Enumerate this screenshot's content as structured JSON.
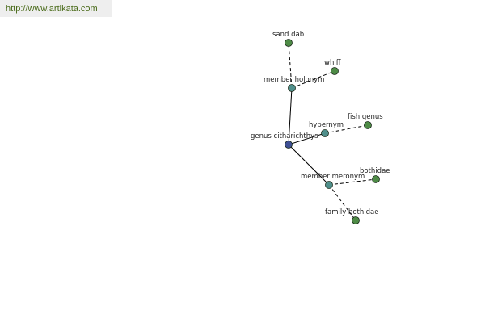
{
  "url_bar": {
    "text": "http://www.artikata.com"
  },
  "colors": {
    "root_node": "#3e4f94",
    "relation_node": "#4f8f8b",
    "leaf_node": "#4e8b46",
    "edge": "#000000"
  },
  "nodes": [
    {
      "id": "root",
      "label": "genus citharichthys",
      "kind": "root"
    },
    {
      "id": "holonym",
      "label": "member holonym",
      "kind": "relation"
    },
    {
      "id": "hypernym",
      "label": "hypernym",
      "kind": "relation"
    },
    {
      "id": "meronym",
      "label": "member meronym",
      "kind": "relation"
    },
    {
      "id": "sanddab",
      "label": "sand dab",
      "kind": "leaf"
    },
    {
      "id": "whiff",
      "label": "whiff",
      "kind": "leaf"
    },
    {
      "id": "fishgenus",
      "label": "fish genus",
      "kind": "leaf"
    },
    {
      "id": "bothidae",
      "label": "bothidae",
      "kind": "leaf"
    },
    {
      "id": "familybothidae",
      "label": "family bothidae",
      "kind": "leaf"
    }
  ],
  "edges": [
    {
      "from": "root",
      "to": "holonym",
      "style": "solid"
    },
    {
      "from": "root",
      "to": "hypernym",
      "style": "solid"
    },
    {
      "from": "root",
      "to": "meronym",
      "style": "solid"
    },
    {
      "from": "holonym",
      "to": "sanddab",
      "style": "dashed"
    },
    {
      "from": "holonym",
      "to": "whiff",
      "style": "dashed"
    },
    {
      "from": "hypernym",
      "to": "fishgenus",
      "style": "dashed"
    },
    {
      "from": "meronym",
      "to": "bothidae",
      "style": "dashed"
    },
    {
      "from": "meronym",
      "to": "familybothidae",
      "style": "dashed"
    }
  ]
}
